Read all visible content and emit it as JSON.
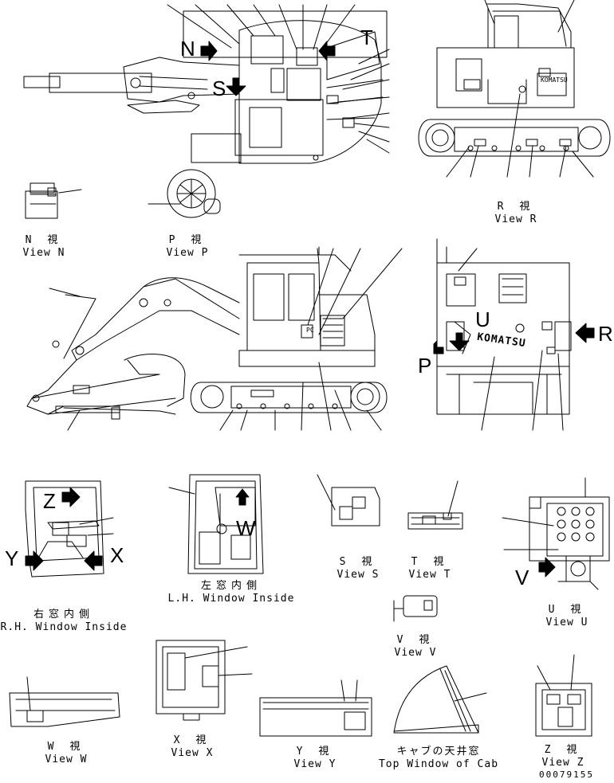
{
  "views": {
    "n": {
      "jp": "N 視",
      "en": "View N"
    },
    "p": {
      "jp": "P 視",
      "en": "View P"
    },
    "r": {
      "jp": "R 視",
      "en": "View R"
    },
    "s": {
      "jp": "S 視",
      "en": "View S"
    },
    "t": {
      "jp": "T 視",
      "en": "View T"
    },
    "u": {
      "jp": "U 視",
      "en": "View U"
    },
    "v": {
      "jp": "V 視",
      "en": "View V"
    },
    "w": {
      "jp": "W 視",
      "en": "View W"
    },
    "x": {
      "jp": "X 視",
      "en": "View X"
    },
    "y": {
      "jp": "Y 視",
      "en": "View Y"
    },
    "z": {
      "jp": "Z 視",
      "en": "View Z"
    },
    "rh_window": {
      "jp": "右窓内側",
      "en": "R.H. Window Inside"
    },
    "lh_window": {
      "jp": "左窓内側",
      "en": "L.H. Window Inside"
    },
    "top_window": {
      "jp": "キャブの天井窓",
      "en": "Top Window of Cab"
    }
  },
  "markers": {
    "n": "N",
    "t": "T",
    "s": "S",
    "u": "U",
    "r": "R",
    "p": "P",
    "z": "Z",
    "w": "W",
    "x": "X",
    "y": "Y",
    "v": "V"
  },
  "decal_text": {
    "brand_side": "KOMATSU",
    "brand_rear": "KOMATSU",
    "model": "PC"
  },
  "drawing_code": "00079155"
}
